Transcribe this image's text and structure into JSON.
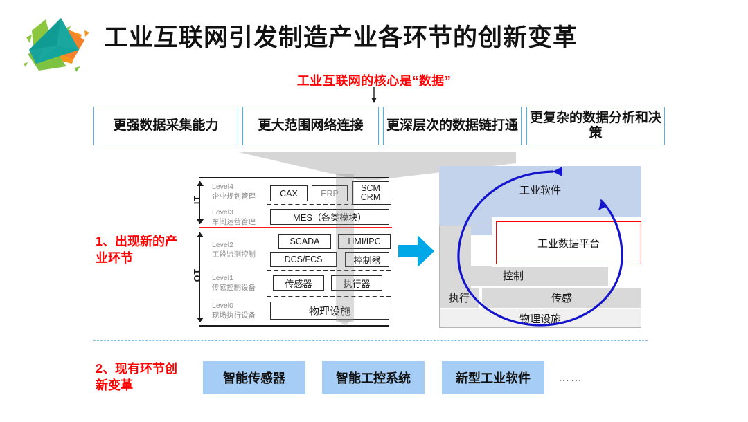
{
  "header": {
    "logo_name": "triangular-prism-logo",
    "title": "工业互联网引发制造产业各环节的创新变革",
    "subtitle": "工业互联网的核心是“数据”"
  },
  "capabilities": [
    {
      "label": "更强数据采集能力"
    },
    {
      "label": "更大范围网络连接"
    },
    {
      "label": "更深层次的数据链打通"
    },
    {
      "label": "更复杂的数据分析和决策"
    }
  ],
  "sections": {
    "label_1": "1、出现新的产业环节",
    "label_2": "2、现有环节创新变革"
  },
  "purdue": {
    "it_label": "IT",
    "ot_label": "OT",
    "levels": [
      {
        "num": "Level4",
        "cn": "企业规划管理"
      },
      {
        "num": "Level3",
        "cn": "车间运营管理"
      },
      {
        "num": "Level2",
        "cn": "工段监测控制"
      },
      {
        "num": "Level1",
        "cn": "传感控制设备"
      },
      {
        "num": "Level0",
        "cn": "现场执行设备"
      }
    ],
    "nodes": {
      "cax": "CAX",
      "erp": "ERP",
      "scm_crm": "SCM\nCRM",
      "scm": "SCM",
      "crm": "CRM",
      "mes": "MES（各类模块）",
      "scada": "SCADA",
      "hmi_ipc": "HMI/IPC",
      "dcs_fcs": "DCS/FCS",
      "controller": "控制器",
      "sensor": "传感器",
      "actuator": "执行器",
      "physical": "物理设施"
    }
  },
  "right_stack": {
    "industrial_software": "工业软件",
    "data_platform": "工业数据平台",
    "control": "控制",
    "execute": "执行",
    "sense": "传感",
    "physical": "物理设施"
  },
  "innovations": [
    {
      "label": "智能传感器"
    },
    {
      "label": "智能工控系统"
    },
    {
      "label": "新型工业软件"
    }
  ],
  "ellipsis": "……",
  "colors": {
    "accent_blue": "#49b6ef",
    "cyan_arrow": "#00a8e8",
    "red": "#ff0000",
    "cycle_blue": "#1414cc",
    "soft_blue_fill": "#a5cdf5",
    "software_band": "#c3d3ec",
    "gray_block": "#d9d9d9",
    "funnel_gray": "#d6d6d6"
  }
}
